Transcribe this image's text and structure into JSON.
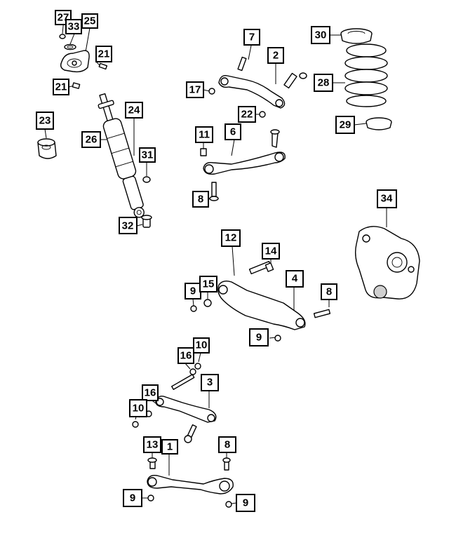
{
  "diagram": {
    "title": "",
    "callouts": [
      {
        "id": "c27",
        "label": "27"
      },
      {
        "id": "c33",
        "label": "33"
      },
      {
        "id": "c25",
        "label": "25"
      },
      {
        "id": "c21a",
        "label": "21"
      },
      {
        "id": "c21b",
        "label": "21"
      },
      {
        "id": "c23",
        "label": "23"
      },
      {
        "id": "c24",
        "label": "24"
      },
      {
        "id": "c26",
        "label": "26"
      },
      {
        "id": "c31",
        "label": "31"
      },
      {
        "id": "c32",
        "label": "32"
      },
      {
        "id": "c7",
        "label": "7"
      },
      {
        "id": "c2",
        "label": "2"
      },
      {
        "id": "c17",
        "label": "17"
      },
      {
        "id": "c22",
        "label": "22"
      },
      {
        "id": "c11",
        "label": "11"
      },
      {
        "id": "c6",
        "label": "6"
      },
      {
        "id": "c8a",
        "label": "8"
      },
      {
        "id": "c30",
        "label": "30"
      },
      {
        "id": "c28",
        "label": "28"
      },
      {
        "id": "c29",
        "label": "29"
      },
      {
        "id": "c34",
        "label": "34"
      },
      {
        "id": "c12",
        "label": "12"
      },
      {
        "id": "c14",
        "label": "14"
      },
      {
        "id": "c4",
        "label": "4"
      },
      {
        "id": "c9a",
        "label": "9"
      },
      {
        "id": "c15",
        "label": "15"
      },
      {
        "id": "c8b",
        "label": "8"
      },
      {
        "id": "c9b",
        "label": "9"
      },
      {
        "id": "c10a",
        "label": "10"
      },
      {
        "id": "c16a",
        "label": "16"
      },
      {
        "id": "c3",
        "label": "3"
      },
      {
        "id": "c16b",
        "label": "16"
      },
      {
        "id": "c10b",
        "label": "10"
      },
      {
        "id": "c13",
        "label": "13"
      },
      {
        "id": "c1",
        "label": "1"
      },
      {
        "id": "c8c",
        "label": "8"
      },
      {
        "id": "c9c",
        "label": "9"
      },
      {
        "id": "c9d",
        "label": "9"
      }
    ]
  }
}
